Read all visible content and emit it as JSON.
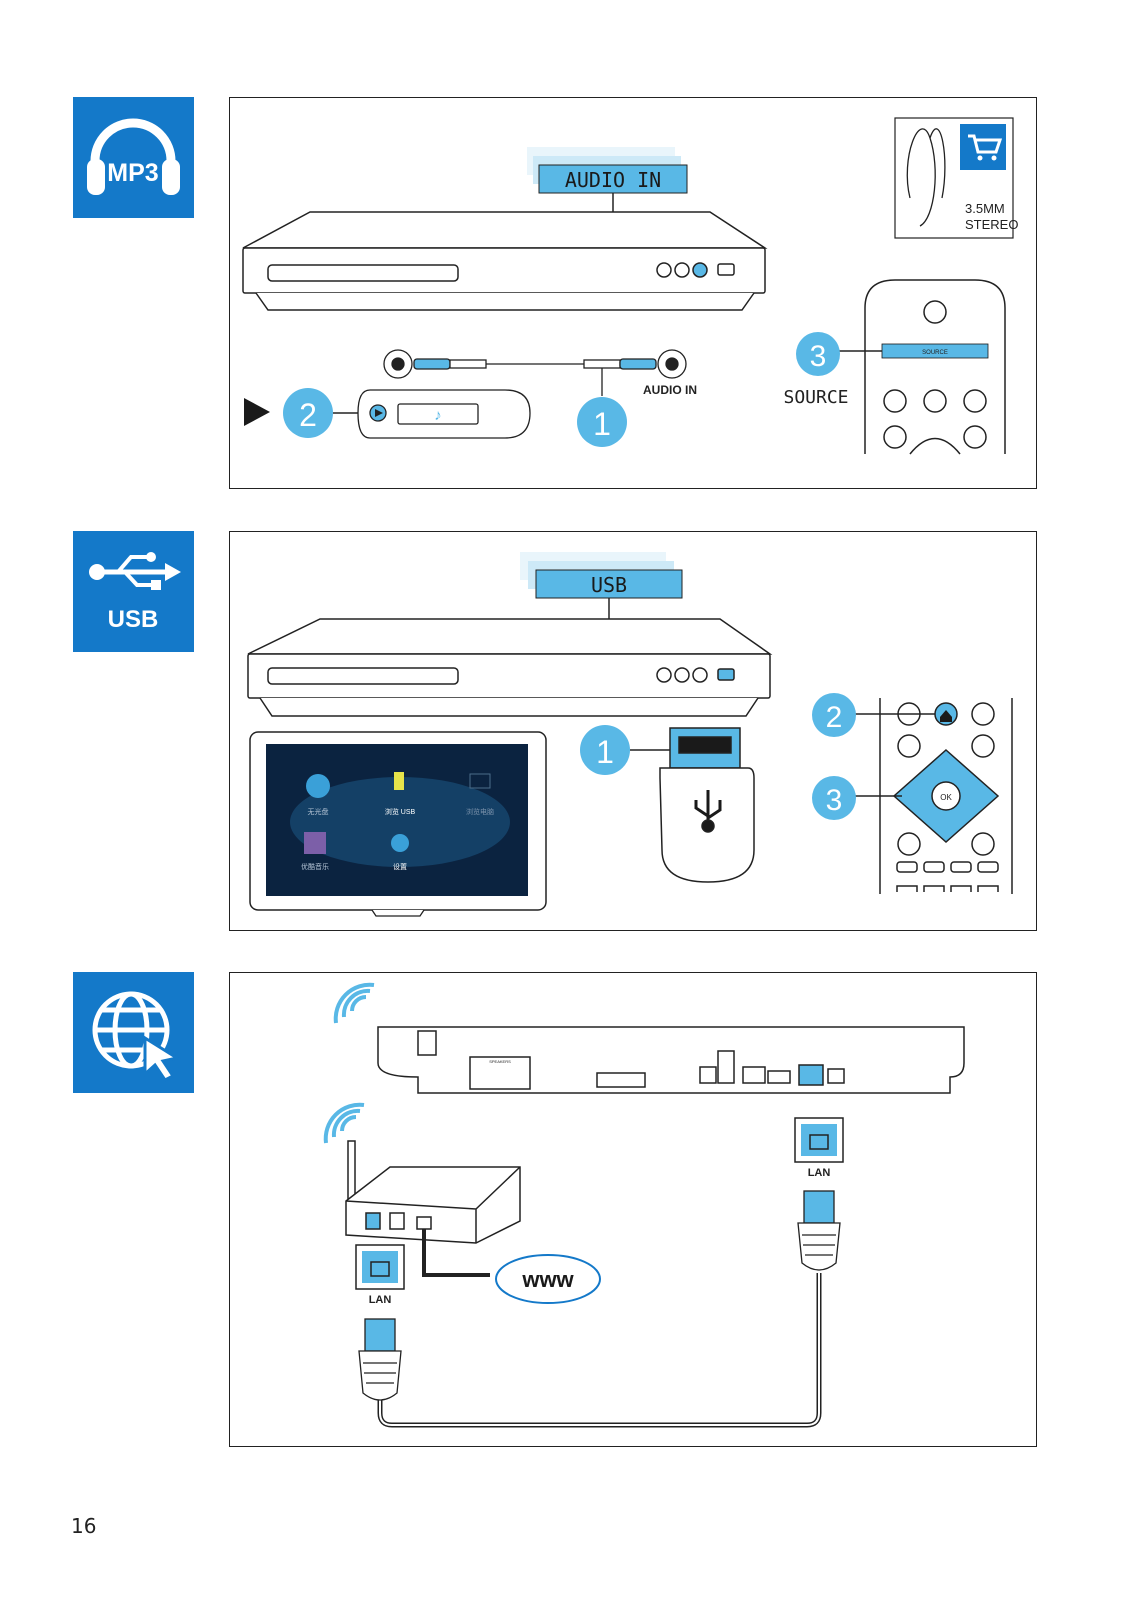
{
  "sections": {
    "mp3": {
      "tile_label": "MP3",
      "display_text": "AUDIO IN",
      "jack_label": "AUDIO IN",
      "cable_label_line1": "3.5MM",
      "cable_label_line2": "STEREO",
      "source_key_text": "SOURCE",
      "source_label": "SOURCE",
      "steps": [
        "1",
        "2",
        "3"
      ]
    },
    "usb": {
      "tile_label": "USB",
      "display_text": "USB",
      "steps": [
        "1",
        "2",
        "3"
      ],
      "ok_label": "OK",
      "tv_menu": [
        "无光盘",
        "浏览 USB",
        "浏览电脑",
        "优酷音乐",
        "设置"
      ]
    },
    "network": {
      "lan_label_player": "LAN",
      "lan_label_router": "LAN",
      "www_label": "www",
      "speakers_label": "SPEAKERS"
    }
  },
  "page_number": "16",
  "colors": {
    "accent": "#1479c9",
    "highlight": "#59b8e6",
    "ink": "#222222"
  }
}
